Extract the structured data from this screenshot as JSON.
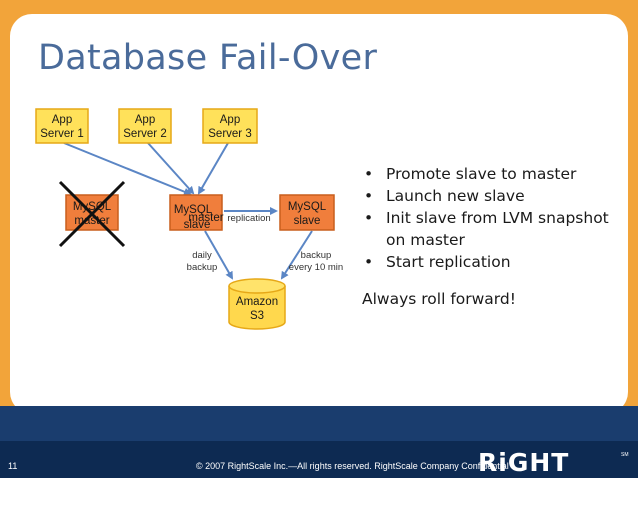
{
  "slide": {
    "title": "Database Fail-Over",
    "bullets": [
      "Promote slave to master",
      "Launch new slave",
      "Init slave from LVM snapshot on master",
      "Start replication"
    ],
    "bullet_symbol": "•",
    "tagline": "Always roll forward!",
    "page_number": "11",
    "copyright": "© 2007 RightScale Inc.—All rights reserved. RightScale Company Confidential",
    "logo_text": "RiGHT SCaLe",
    "logo_mark": "SM"
  },
  "diagram": {
    "app_servers": [
      {
        "line1": "App",
        "line2": "Server 1"
      },
      {
        "line1": "App",
        "line2": "Server 2"
      },
      {
        "line1": "App",
        "line2": "Server 3"
      }
    ],
    "failed_master": {
      "line1": "MySQL",
      "line2": "master"
    },
    "promoted": {
      "line1": "MySQL",
      "line2": "slave",
      "overlay": "master"
    },
    "new_slave": {
      "line1": "MySQL",
      "line2": "slave"
    },
    "replication_label": "replication",
    "daily_backup": {
      "line1": "daily",
      "line2": "backup"
    },
    "backup_every": {
      "line1": "backup",
      "line2": "every 10 min"
    },
    "storage": {
      "line1": "Amazon",
      "line2": "S3"
    }
  },
  "colors": {
    "accent_orange": "#f2a43a",
    "title_blue": "#4a6b9a",
    "app_box": "#ffe15a",
    "app_border": "#e6a817",
    "db_box": "#f07e3c",
    "db_border": "#c95f1d",
    "s3_fill": "#ffd84d",
    "arrow_blue": "#5b86c5",
    "footer_navy": "#0d2a52"
  }
}
